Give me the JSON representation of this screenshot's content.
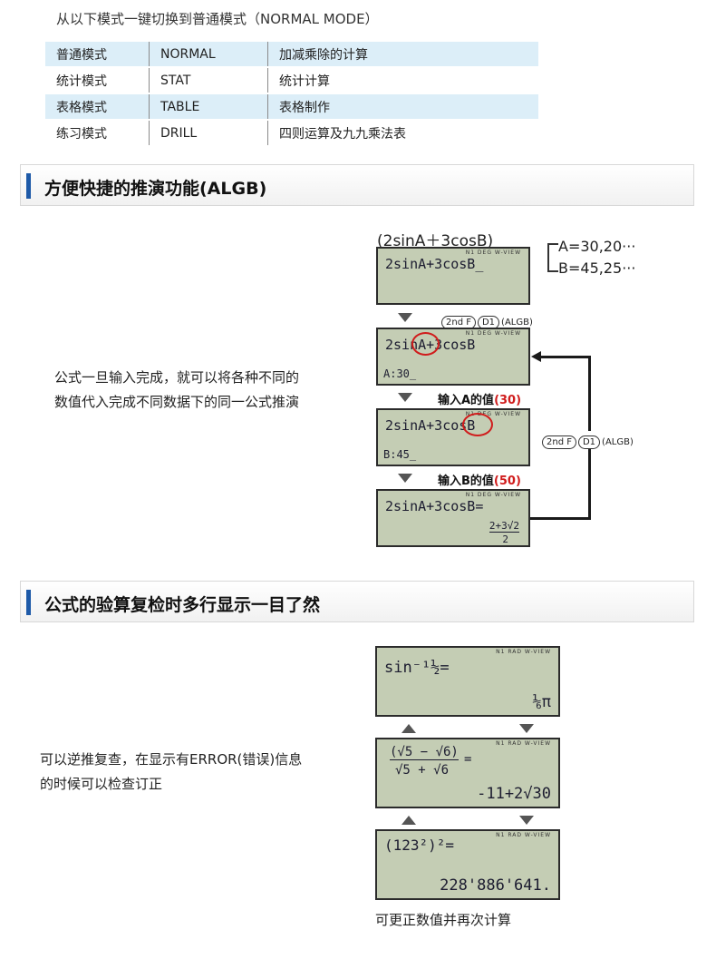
{
  "intro": "从以下模式一键切换到普通模式（NORMAL MODE）",
  "modes": [
    {
      "name": "普通模式",
      "code": "NORMAL",
      "desc": "加减乘除的计算"
    },
    {
      "name": "统计模式",
      "code": "STAT",
      "desc": "统计计算"
    },
    {
      "name": "表格模式",
      "code": "TABLE",
      "desc": "表格制作"
    },
    {
      "name": "练习模式",
      "code": "DRILL",
      "desc": "四则运算及九九乘法表"
    }
  ],
  "section1": {
    "title": "方便快捷的推演功能(ALGB)",
    "desc_line1": "公式一旦输入完成，就可以将各种不同的",
    "desc_line2": "数值代入完成不同数据下的同一公式推演",
    "formula_header": "(2sinA＋3cosB)",
    "a_values": "A=30,20···",
    "b_values": "B=45,25···",
    "indicator": "N1  DEG  W-VIEW",
    "screen1_line1": "2sinA+3cosB_",
    "keys1": [
      "2nd F",
      "D1"
    ],
    "keys1_suffix": "(ALGB)",
    "screen2_line1": "2sinA+3cosB",
    "screen2_line2": "A:30_",
    "step1_text": "输入A的值",
    "step1_value": "(30)",
    "screen3_line1": "2sinA+3cosB",
    "screen3_line2": "B:45_",
    "keys2": [
      "2nd F",
      "D1"
    ],
    "keys2_suffix": "(ALGB)",
    "step2_text": "输入B的值",
    "step2_value": "(50)",
    "screen4_line1": "2sinA+3cosB=",
    "screen4_result_num": "2+3√2",
    "screen4_result_den": "2"
  },
  "section2": {
    "title": "公式的验算复检时多行显示一目了然",
    "desc_line1": "可以逆推复查，在显示有ERROR(错误)信息",
    "desc_line2": "的时候可以检查订正",
    "indicator": "N1  RAD  W-VIEW",
    "screenA_line1": "sin⁻¹½=",
    "screenA_result": "⅙π",
    "screenB_line1": "(√5 − √6)",
    "screenB_line1b": "√5 + √6",
    "screenB_result": "-11+2√30",
    "screenC_line1": "(123²)²=",
    "screenC_result": "228'886'641.",
    "caption": "可更正数值并再次计算"
  }
}
